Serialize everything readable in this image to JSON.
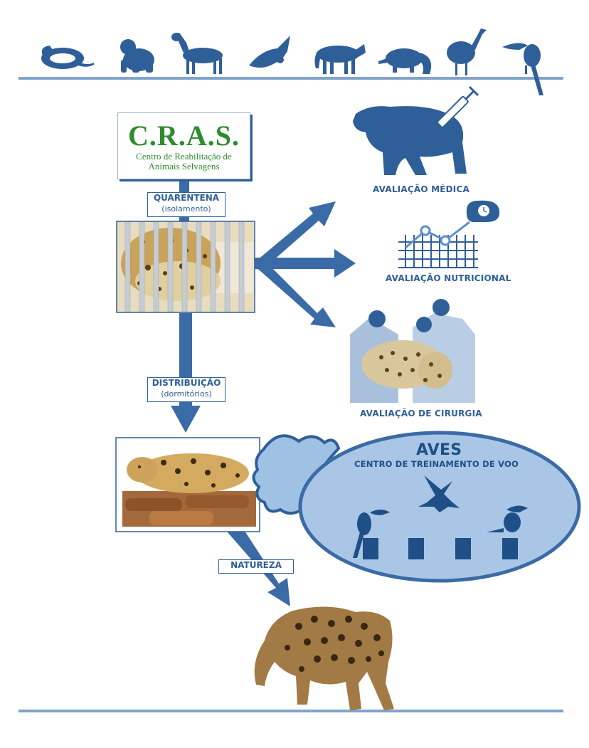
{
  "cras": {
    "title": "C.R.A.S.",
    "subtitle_line1": "Centro de Reabilitação de",
    "subtitle_line2": "Animais Selvagens"
  },
  "quarentena": {
    "title": "QUARENTENA",
    "subtitle": "(isolamento)"
  },
  "distribuicao": {
    "title": "DISTRIBUIÇÃO",
    "subtitle": "(dormitórios)"
  },
  "natureza": {
    "title": "NATUREZA"
  },
  "evaluations": {
    "medica": "AVALIAÇÃO MÉDICA",
    "nutricional": "AVALIAÇÃO NUTRICIONAL",
    "cirurgia": "AVALIAÇÃO DE CIRURGIA"
  },
  "aves": {
    "title": "AVES",
    "subtitle": "CENTRO DE TREINAMENTO DE VOO"
  },
  "colors": {
    "primary": "#2f5f98",
    "light": "#a9c6e6",
    "green": "#2e8b2e"
  },
  "icons": [
    "snake-icon",
    "monkey-icon",
    "deer-icon",
    "eagle-icon",
    "wolf-icon",
    "anteater-icon",
    "rhea-icon",
    "toucan-icon"
  ]
}
